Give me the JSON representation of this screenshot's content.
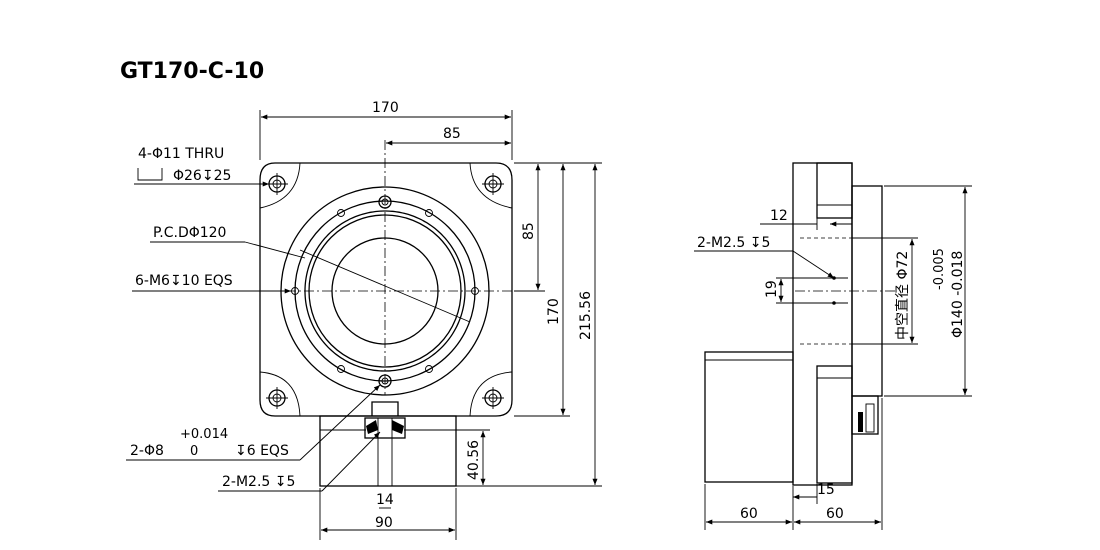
{
  "title": "GT170-C-10",
  "front_view": {
    "dims": {
      "width_total": "170",
      "width_half": "85",
      "height_half": "85",
      "height_total": "170",
      "height_overall": "215.56",
      "base_height": "40.56",
      "bottom_width": "90",
      "slot_width": "14"
    },
    "notes": {
      "mount_holes": "4-Φ11 THRU",
      "counterbore": "Φ26↧25",
      "pcd": "P.C.DΦ120",
      "tapped_holes": "6-M6↧10 EQS",
      "pin_tolerance": "+0.014",
      "pin_holes_prefix": "2-Φ8",
      "pin_tolerance_lower": "0",
      "pin_holes_suffix": "↧6 EQS",
      "m25_holes": "2-M2.5 ↧5"
    }
  },
  "side_view": {
    "dims": {
      "left_depth": "60",
      "right_depth": "60",
      "flange_step": "12",
      "hole_spacing": "19",
      "bottom_gap": "15"
    },
    "notes": {
      "m25_holes": "2-M2.5 ↧5",
      "bore": "中空直径 Φ72",
      "flange_tol_upper": "-0.005",
      "flange_dia": "Φ140 -0.018"
    }
  }
}
